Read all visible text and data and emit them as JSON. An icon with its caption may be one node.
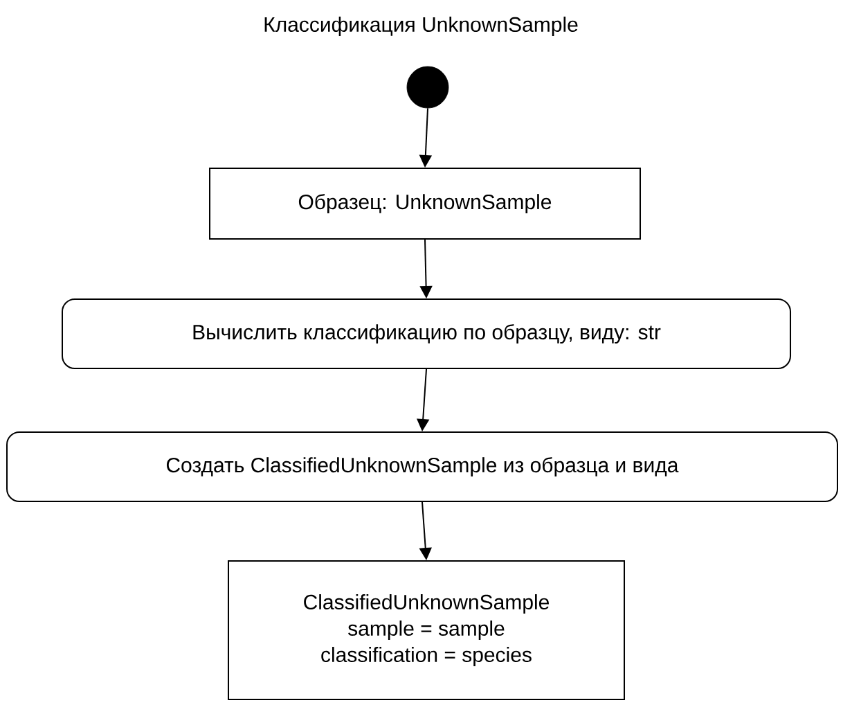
{
  "diagram": {
    "title": "Классификация UnknownSample",
    "nodes": [
      {
        "text": [],
        "shape": "circle"
      },
      {
        "text": [
          "Образец: UnknownSample"
        ]
      },
      {
        "text": [
          "Вычислить классификацию по образцу, виду: str"
        ]
      },
      {
        "text": [
          "Создать ClassifiedUnknownSample из образца и вида"
        ]
      },
      {
        "text": [
          "ClassifiedUnknownSample",
          "sample = sample",
          "classification = species"
        ]
      }
    ],
    "edges": [
      {
        "from": 0,
        "to": 1,
        "arrow": "to"
      },
      {
        "from": 1,
        "to": 2,
        "arrow": "to"
      },
      {
        "from": 2,
        "to": 3,
        "arrow": "to"
      },
      {
        "from": 3,
        "to": 4,
        "arrow": "to"
      }
    ]
  }
}
